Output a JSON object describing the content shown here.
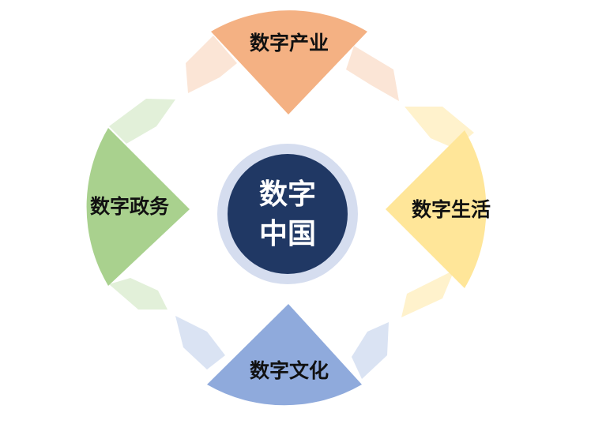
{
  "center": {
    "line1": "数字",
    "line2": "中国",
    "fill": "#203864",
    "ring": "#d5ddef"
  },
  "segments": {
    "top": {
      "label": "数字产业",
      "main": "#f4b183",
      "light": "#fbe5d6"
    },
    "right": {
      "label": "数字生活",
      "main": "#ffe699",
      "light": "#fff2cc"
    },
    "bottom": {
      "label": "数字文化",
      "main": "#8faadc",
      "light": "#dae3f3"
    },
    "left": {
      "label": "数字政务",
      "main": "#a9d18e",
      "light": "#e2f0d9"
    }
  }
}
